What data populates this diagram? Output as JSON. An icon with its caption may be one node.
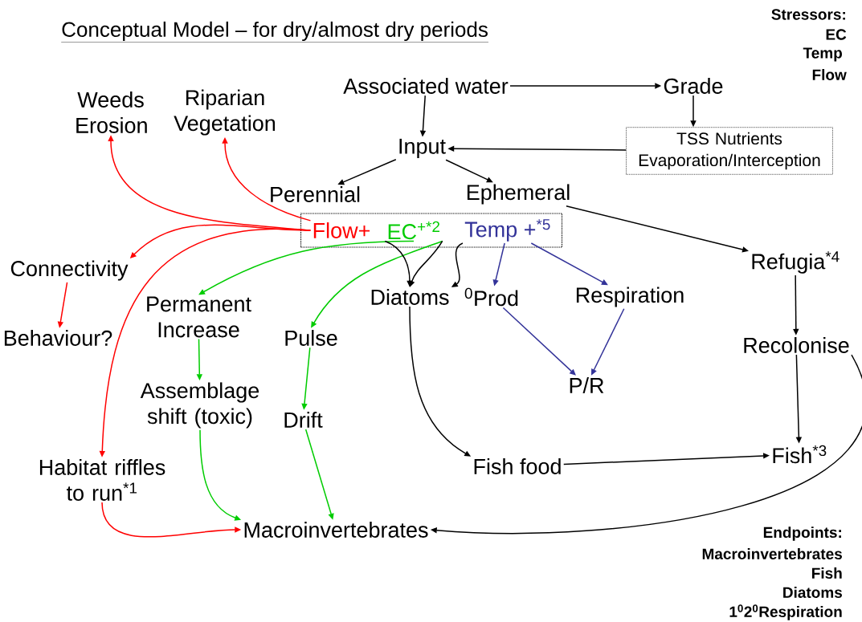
{
  "diagram": {
    "title": "Conceptual Model – for dry/almost dry periods",
    "nodes": [
      {
        "text": [
          "Associated water"
        ]
      },
      {
        "text": [
          "Grade"
        ]
      },
      {
        "text": [
          "TSS Nutrients Evaporation/Interception"
        ]
      },
      {
        "text": [
          "Input"
        ]
      },
      {
        "text": [
          "Perennial"
        ]
      },
      {
        "text": [
          "Ephemeral"
        ]
      },
      {
        "text": [],
        "shape": "box"
      },
      {
        "text": [
          "Flow+"
        ],
        "in": 6
      },
      {
        "text": [
          "EC$^{+*2}$"
        ],
        "in": 6
      },
      {
        "text": [
          "Temp +$^{*5}$"
        ],
        "in": 6
      },
      {
        "text": [
          "Weeds Erosion"
        ]
      },
      {
        "text": [
          "Riparian Vegetation"
        ]
      },
      {
        "text": [
          "Connectivity"
        ]
      },
      {
        "text": [
          "Behaviour?"
        ]
      },
      {
        "text": [
          "Permanent Increase"
        ]
      },
      {
        "text": [
          "Assemblage shift (toxic)"
        ]
      },
      {
        "text": [
          "Pulse"
        ]
      },
      {
        "text": [
          "Drift"
        ]
      },
      {
        "text": [
          "Habitat riffles to run$^{*1}$"
        ]
      },
      {
        "text": [
          "Macroinvertebrates"
        ]
      },
      {
        "text": [
          "Diatoms"
        ]
      },
      {
        "text": [
          "$^{0}$Prod"
        ]
      },
      {
        "text": [
          "Respiration"
        ]
      },
      {
        "text": [
          "P/R"
        ]
      },
      {
        "text": [
          "Fish food"
        ]
      },
      {
        "text": [
          "Refugia$^{*4}$"
        ]
      },
      {
        "text": [
          "Recolonise"
        ]
      },
      {
        "text": [
          "Fish$^{*3}$"
        ]
      }
    ],
    "edges": [
      {
        "from": 0,
        "to": 1,
        "arrow": "to"
      },
      {
        "from": 1,
        "to": 2,
        "arrow": "to"
      },
      {
        "from": 2,
        "to": 3,
        "arrow": "to"
      },
      {
        "from": 0,
        "to": 3,
        "arrow": "to"
      },
      {
        "from": 3,
        "to": 4,
        "arrow": "to"
      },
      {
        "from": 3,
        "to": 5,
        "arrow": "to"
      },
      {
        "from": 5,
        "to": 25,
        "arrow": "to"
      },
      {
        "from": 7,
        "to": 10,
        "arrow": "to",
        "color": "#ff0000"
      },
      {
        "from": 7,
        "to": 11,
        "arrow": "to",
        "color": "#ff0000"
      },
      {
        "from": 7,
        "to": 12,
        "arrow": "to",
        "color": "#ff0000"
      },
      {
        "from": 7,
        "to": 18,
        "arrow": "to",
        "color": "#ff0000"
      },
      {
        "from": 12,
        "to": 13,
        "arrow": "to",
        "color": "#ff0000"
      },
      {
        "from": 18,
        "to": 19,
        "arrow": "to",
        "color": "#ff0000"
      },
      {
        "from": 8,
        "to": 14,
        "arrow": "to",
        "color": "#00cc00"
      },
      {
        "from": 8,
        "to": 16,
        "arrow": "to",
        "color": "#00cc00"
      },
      {
        "from": 14,
        "to": 15,
        "arrow": "to",
        "color": "#00cc00"
      },
      {
        "from": 16,
        "to": 17,
        "arrow": "to",
        "color": "#00cc00"
      },
      {
        "from": 15,
        "to": 19,
        "arrow": "to",
        "color": "#00cc00"
      },
      {
        "from": 17,
        "to": 19,
        "arrow": "to",
        "color": "#00cc00"
      },
      {
        "from": 8,
        "to": 20,
        "arrow": "to"
      },
      {
        "from": 8,
        "to": 20,
        "arrow": "to"
      },
      {
        "from": 9,
        "to": 20,
        "arrow": "to"
      },
      {
        "from": 9,
        "to": 21,
        "arrow": "to",
        "color": "#333399"
      },
      {
        "from": 9,
        "to": 22,
        "arrow": "to",
        "color": "#333399"
      },
      {
        "from": 21,
        "to": 23,
        "arrow": "to",
        "color": "#333399"
      },
      {
        "from": 22,
        "to": 23,
        "arrow": "to",
        "color": "#333399"
      },
      {
        "from": 20,
        "to": 24,
        "arrow": "to"
      },
      {
        "from": 24,
        "to": 27,
        "arrow": "to"
      },
      {
        "from": 25,
        "to": 26,
        "arrow": "to"
      },
      {
        "from": 26,
        "to": 27,
        "arrow": "to"
      },
      {
        "from": 26,
        "to": 19,
        "arrow": "to"
      }
    ],
    "labels": [
      "Stressors:",
      "EC",
      "Temp",
      "Flow",
      "Endpoints:",
      "Macroinvertebrates",
      "Fish",
      "Diatoms",
      "1$^{0}$2$^{0}$Respiration"
    ]
  }
}
